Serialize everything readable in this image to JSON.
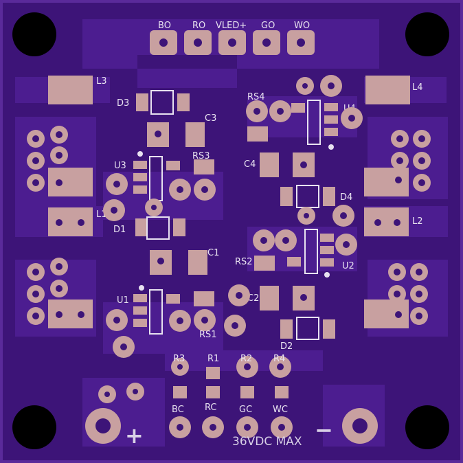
{
  "colors": {
    "board": "#3d1478",
    "board_edge": "#5a2a9a",
    "trace": "#4c1d90",
    "copper": "#c8a0a0",
    "hole": "#000000",
    "silk": "#e8e2f0"
  },
  "labels": {
    "top_header": [
      "BO",
      "RO",
      "VLED+",
      "GO",
      "WO"
    ],
    "bottom_header": [
      "BC",
      "RC",
      "GC",
      "WC"
    ],
    "inductors": {
      "l1": "L1",
      "l2": "L2",
      "l3": "L3",
      "l4": "L4"
    },
    "diodes": {
      "d1": "D1",
      "d2": "D2",
      "d3": "D3",
      "d4": "D4"
    },
    "caps": {
      "c1": "C1",
      "c2": "C2",
      "c3": "C3",
      "c4": "C4"
    },
    "ics": {
      "u1": "U1",
      "u2": "U2",
      "u3": "U3",
      "u4": "U4"
    },
    "sense": {
      "rs1": "RS1",
      "rs2": "RS2",
      "rs3": "RS3",
      "rs4": "RS4"
    },
    "resistors": {
      "r1": "R1",
      "r2": "R2",
      "r3": "R3",
      "r4": "R4"
    },
    "power_plus": "+",
    "power_minus": "−",
    "voltage_note": "36VDC MAX"
  }
}
